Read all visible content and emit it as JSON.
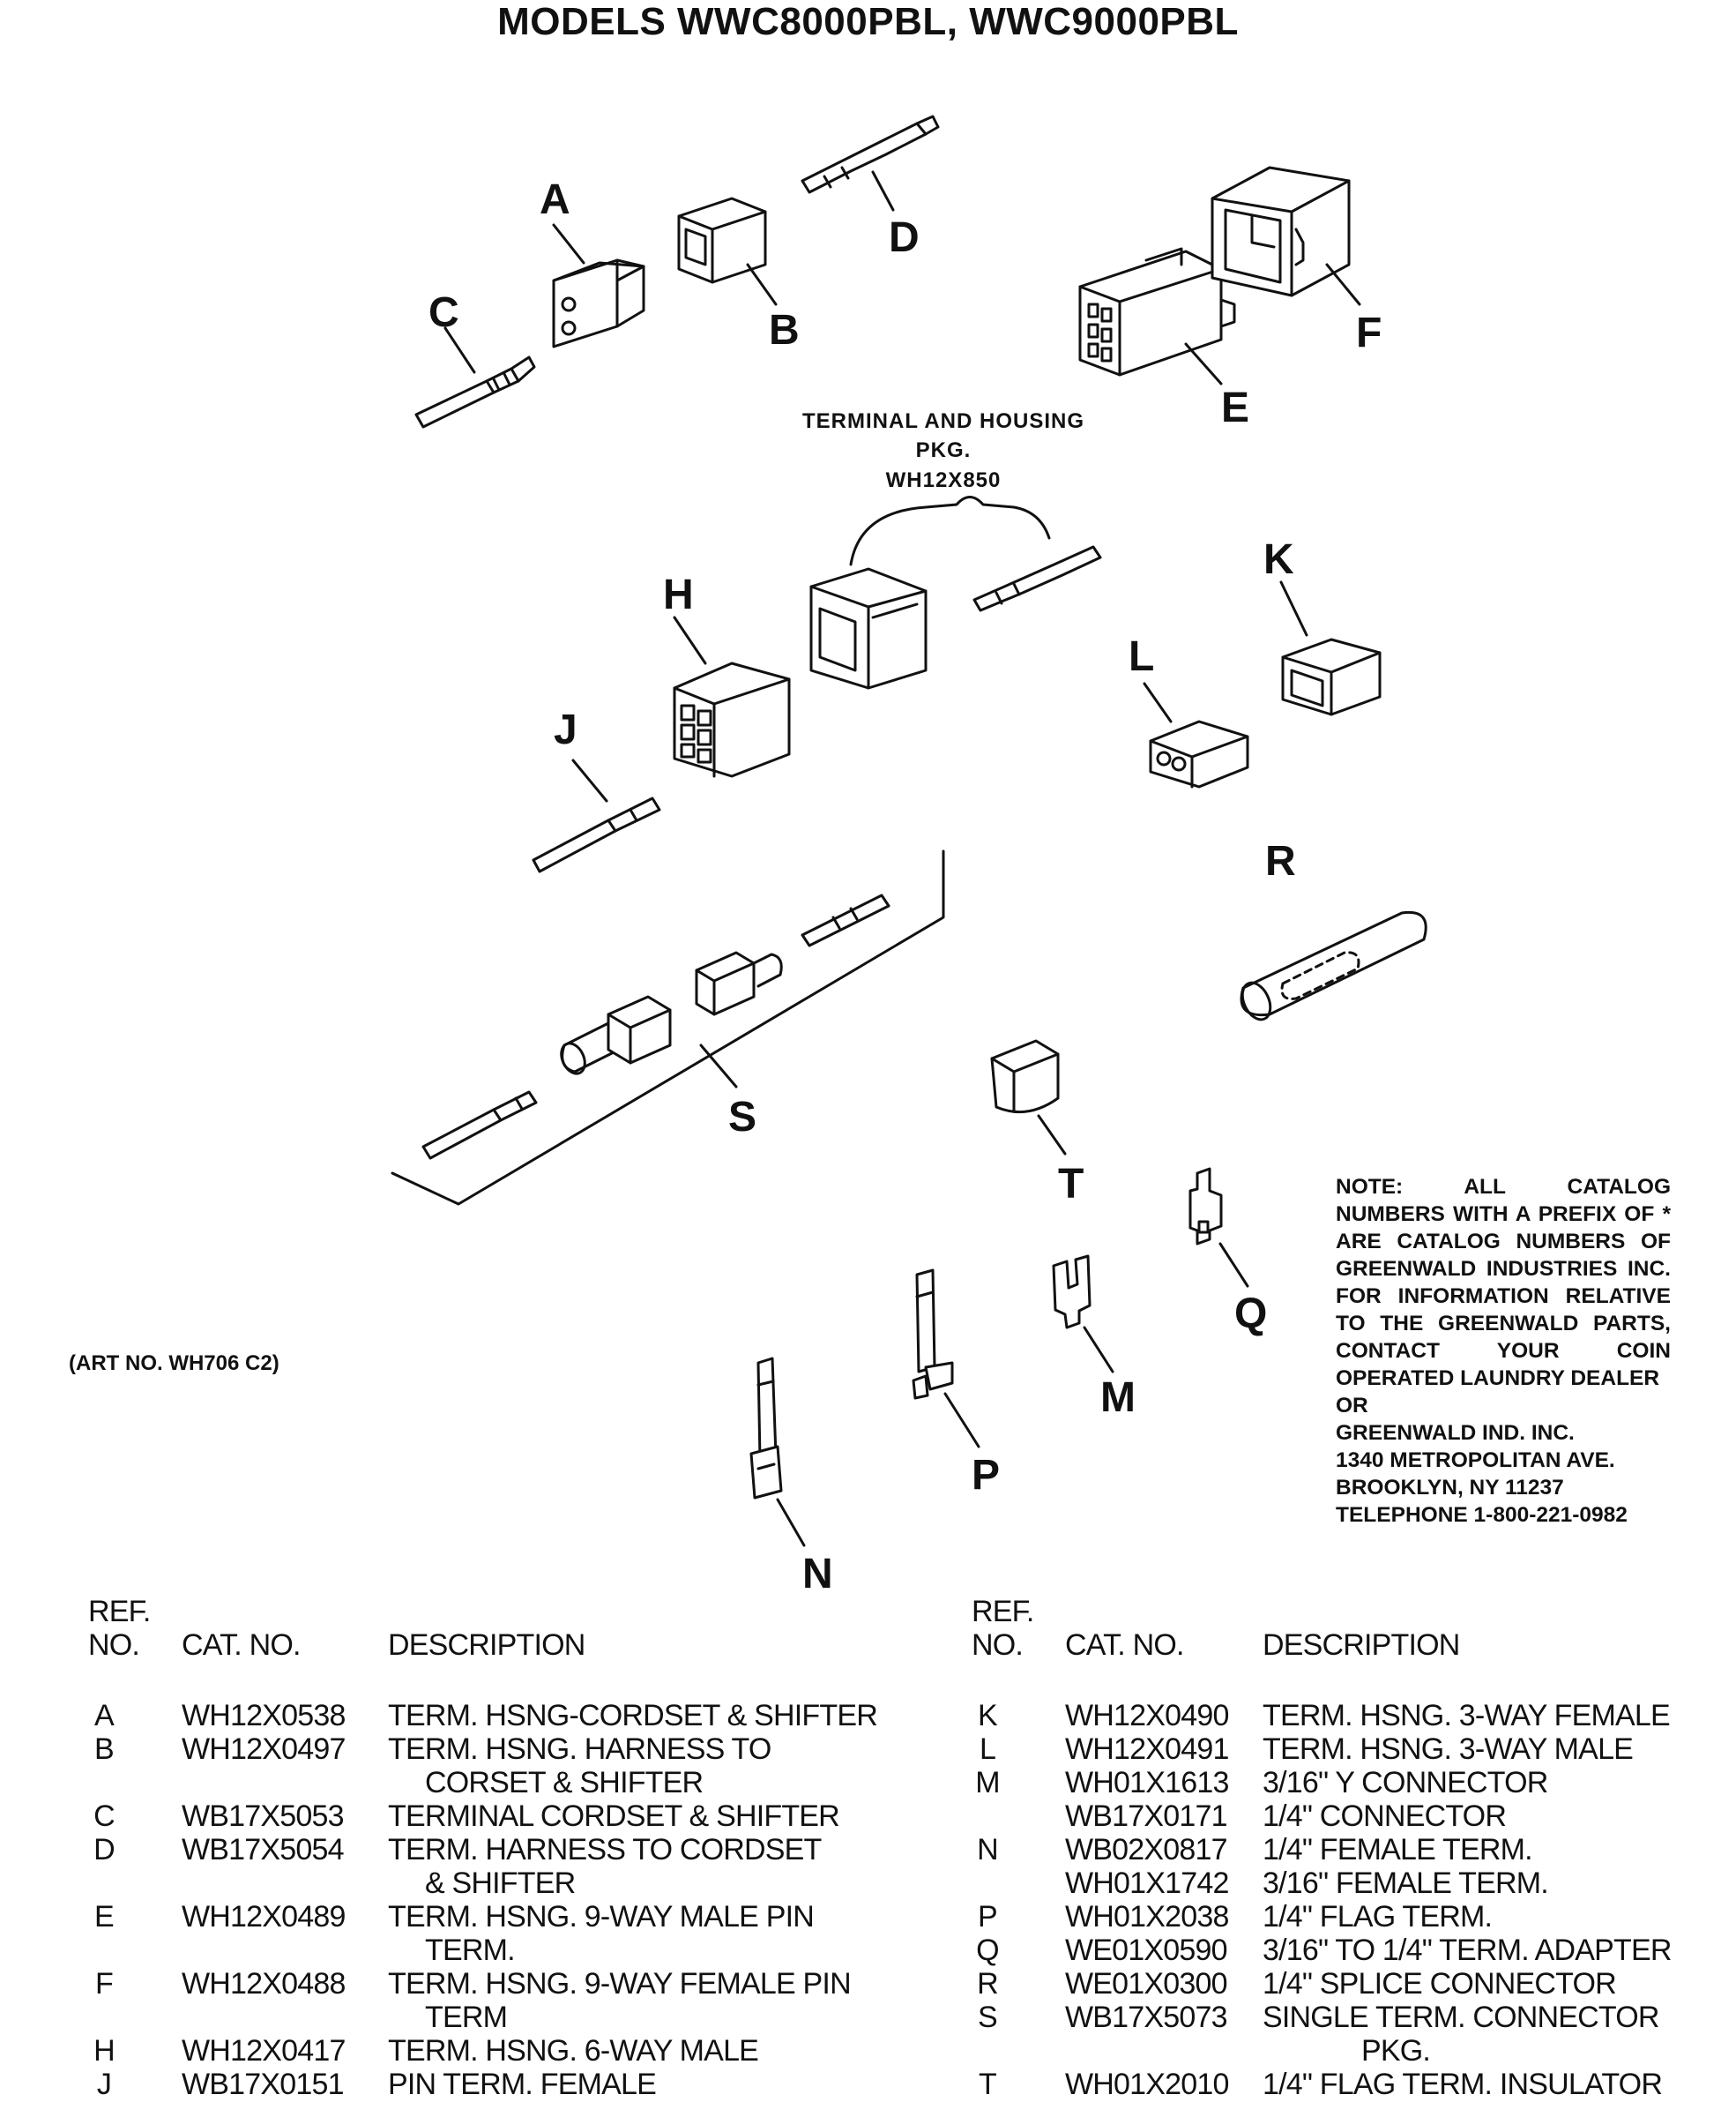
{
  "title": "MODELS WWC8000PBL, WWC9000PBL",
  "package_label": {
    "line1": "TERMINAL AND HOUSING",
    "line2": "PKG.",
    "line3": "WH12X850"
  },
  "callouts": {
    "A": "A",
    "B": "B",
    "C": "C",
    "D": "D",
    "E": "E",
    "F": "F",
    "H": "H",
    "J": "J",
    "K": "K",
    "L": "L",
    "R": "R",
    "S": "S",
    "T": "T",
    "Q": "Q",
    "M": "M",
    "P": "P",
    "N": "N"
  },
  "art_no": "(ART NO. WH706 C2)",
  "note": {
    "body": "NOTE: ALL CATALOG NUMBERS WITH A PREFIX OF * ARE CATALOG NUMBERS OF GREENWALD INDUSTRIES INC. FOR INFORMATION RELATIVE TO THE GREENWALD PARTS, CONTACT YOUR COIN OPERATED LAUNDRY DEALER",
    "or": "OR",
    "addr1": "GREENWALD IND. INC.",
    "addr2": "1340 METROPOLITAN AVE.",
    "addr3": "BROOKLYN, NY 11237",
    "phone": "TELEPHONE 1-800-221-0982"
  },
  "table_headers": {
    "ref_line1": "REF.",
    "ref_line2": "NO.",
    "cat": "CAT. NO.",
    "desc": "DESCRIPTION"
  },
  "parts_left": [
    {
      "ref": "A",
      "cat": "WH12X0538",
      "desc": [
        "TERM. HSNG-CORDSET & SHIFTER"
      ]
    },
    {
      "ref": "B",
      "cat": "WH12X0497",
      "desc": [
        "TERM. HSNG. HARNESS TO",
        "CORSET & SHIFTER"
      ]
    },
    {
      "ref": "C",
      "cat": "WB17X5053",
      "desc": [
        "TERMINAL CORDSET & SHIFTER"
      ]
    },
    {
      "ref": "D",
      "cat": "WB17X5054",
      "desc": [
        "TERM. HARNESS TO CORDSET",
        "& SHIFTER"
      ]
    },
    {
      "ref": "E",
      "cat": "WH12X0489",
      "desc": [
        "TERM. HSNG. 9-WAY MALE PIN",
        "TERM."
      ]
    },
    {
      "ref": "F",
      "cat": "WH12X0488",
      "desc": [
        "TERM. HSNG. 9-WAY FEMALE PIN",
        "TERM"
      ]
    },
    {
      "ref": "H",
      "cat": "WH12X0417",
      "desc": [
        "TERM. HSNG. 6-WAY MALE"
      ]
    },
    {
      "ref": "J",
      "cat": "WB17X0151",
      "desc": [
        "PIN TERM. FEMALE"
      ]
    }
  ],
  "parts_right": [
    {
      "ref": "K",
      "cat": "WH12X0490",
      "desc": [
        "TERM. HSNG. 3-WAY FEMALE"
      ]
    },
    {
      "ref": "L",
      "cat": "WH12X0491",
      "desc": [
        "TERM. HSNG. 3-WAY MALE"
      ]
    },
    {
      "ref": "M",
      "cat": "WH01X1613",
      "desc": [
        "3/16\" Y CONNECTOR"
      ]
    },
    {
      "ref": "",
      "cat": "WB17X0171",
      "desc": [
        "1/4\" CONNECTOR"
      ]
    },
    {
      "ref": "N",
      "cat": "WB02X0817",
      "desc": [
        "1/4\" FEMALE TERM."
      ]
    },
    {
      "ref": "",
      "cat": "WH01X1742",
      "desc": [
        "3/16\" FEMALE TERM."
      ]
    },
    {
      "ref": "P",
      "cat": "WH01X2038",
      "desc": [
        "1/4\" FLAG TERM."
      ]
    },
    {
      "ref": "Q",
      "cat": "WE01X0590",
      "desc": [
        "3/16\" TO 1/4\" TERM. ADAPTER"
      ]
    },
    {
      "ref": "R",
      "cat": "WE01X0300",
      "desc": [
        "1/4\" SPLICE CONNECTOR"
      ]
    },
    {
      "ref": "S",
      "cat": "WB17X5073",
      "desc": [
        "SINGLE TERM. CONNECTOR",
        "PKG."
      ]
    },
    {
      "ref": "T",
      "cat": "WH01X2010",
      "desc": [
        "1/4\" FLAG TERM. INSULATOR"
      ]
    }
  ]
}
